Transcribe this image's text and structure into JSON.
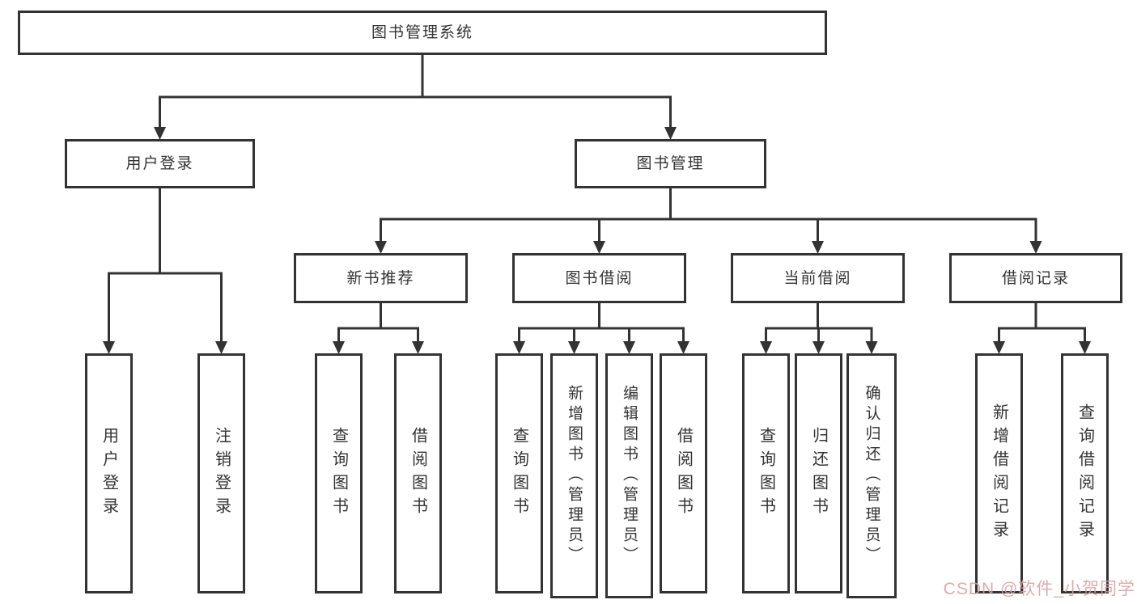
{
  "diagram": {
    "type": "org-tree",
    "title": "图书管理系统",
    "nodes": [
      {
        "id": "root",
        "label": "图书管理系统",
        "parent": null
      },
      {
        "id": "user-login-group",
        "label": "用户登录",
        "parent": "root"
      },
      {
        "id": "book-management",
        "label": "图书管理",
        "parent": "root"
      },
      {
        "id": "user-login",
        "label": "用户登录",
        "parent": "user-login-group"
      },
      {
        "id": "logout",
        "label": "注销登录",
        "parent": "user-login-group"
      },
      {
        "id": "new-book-recommend",
        "label": "新书推荐",
        "parent": "book-management"
      },
      {
        "id": "book-borrowing",
        "label": "图书借阅",
        "parent": "book-management"
      },
      {
        "id": "current-borrowing",
        "label": "当前借阅",
        "parent": "book-management"
      },
      {
        "id": "borrowing-records",
        "label": "借阅记录",
        "parent": "book-management"
      },
      {
        "id": "query-books-1",
        "label": "查询图书",
        "parent": "new-book-recommend"
      },
      {
        "id": "borrow-books-1",
        "label": "借阅图书",
        "parent": "new-book-recommend"
      },
      {
        "id": "query-books-2",
        "label": "查询图书",
        "parent": "book-borrowing"
      },
      {
        "id": "add-books",
        "label": "新增图书（管理员）",
        "parent": "book-borrowing"
      },
      {
        "id": "edit-books",
        "label": "编辑图书（管理员）",
        "parent": "book-borrowing"
      },
      {
        "id": "borrow-books-2",
        "label": "借阅图书",
        "parent": "book-borrowing"
      },
      {
        "id": "query-books-3",
        "label": "查询图书",
        "parent": "current-borrowing"
      },
      {
        "id": "return-books",
        "label": "归还图书",
        "parent": "current-borrowing"
      },
      {
        "id": "confirm-return",
        "label": "确认归还（管理员）",
        "parent": "current-borrowing"
      },
      {
        "id": "add-borrow-record",
        "label": "新增借阅记录",
        "parent": "borrowing-records"
      },
      {
        "id": "query-borrow-record",
        "label": "查询借阅记录",
        "parent": "borrowing-records"
      }
    ]
  },
  "watermark": {
    "text": "CSDN @软件_小贺同学",
    "color": "#d9a0a0"
  },
  "colors": {
    "line": "#333333",
    "border": "#333333",
    "text": "#333333",
    "background": "#ffffff"
  }
}
